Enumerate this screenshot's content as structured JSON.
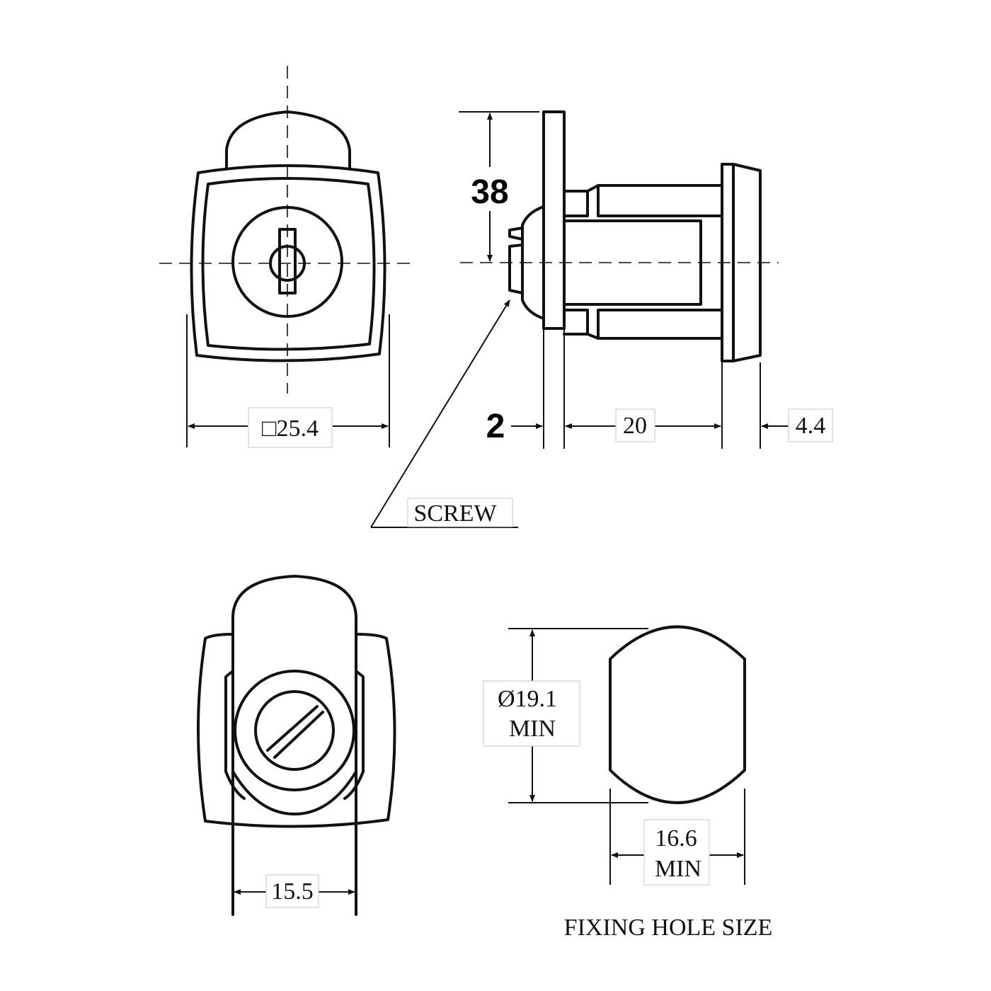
{
  "labels": {
    "front_width": "□25.4",
    "height": "38",
    "flange_thickness": "2",
    "body_length": "20",
    "cam_thickness": "4.4",
    "screw": "SCREW",
    "cam_width": "15.5",
    "hole_diameter_line1": "Ø19.1",
    "hole_diameter_line2": "MIN",
    "hole_width_line1": "16.6",
    "hole_width_line2": "MIN",
    "fixing_hole_title": "FIXING HOLE SIZE"
  }
}
